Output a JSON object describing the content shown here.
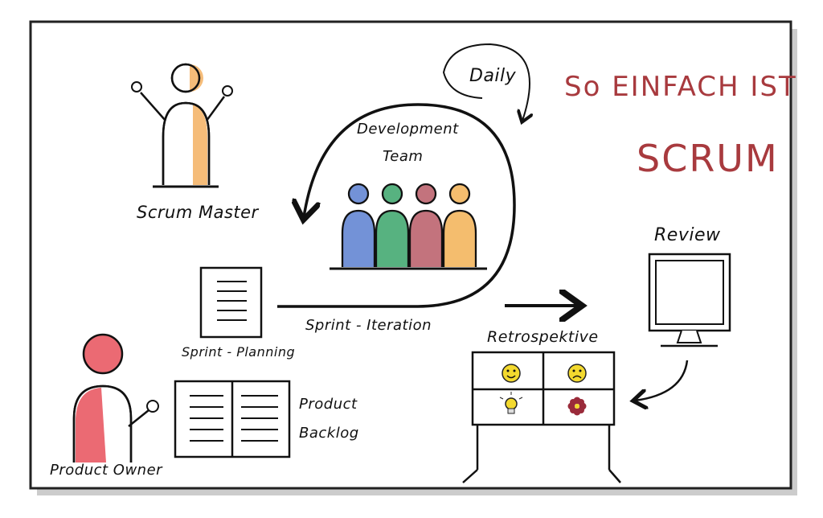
{
  "title": {
    "line1": "So EINFACH IST",
    "line2": "SCRUM"
  },
  "labels": {
    "daily": "Daily",
    "dev_team_line1": "Development",
    "dev_team_line2": "Team",
    "scrum_master": "Scrum Master",
    "sprint_iteration": "Sprint - Iteration",
    "sprint_planning": "Sprint - Planning",
    "product_backlog_line1": "Product",
    "product_backlog_line2": "Backlog",
    "product_owner": "Product Owner",
    "review": "Review",
    "retrospektive": "Retrospektive"
  },
  "colors": {
    "title": "#a83a3e",
    "scrum_master_accent": "#f4b56a",
    "product_owner_accent": "#e8505b",
    "team": [
      "#5b7fd0",
      "#3aa56a",
      "#b95a66",
      "#f2b155"
    ],
    "smiley": "#f3d92e",
    "flower": "#9a2b3a"
  },
  "icons": [
    "happy-face-icon",
    "sad-face-icon",
    "lightbulb-icon",
    "flower-icon"
  ]
}
